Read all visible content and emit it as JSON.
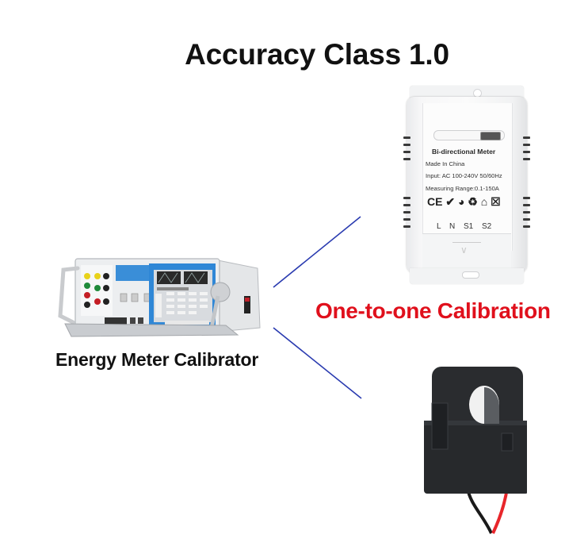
{
  "title": "Accuracy Class 1.0",
  "calibrator": {
    "caption": "Energy Meter Calibrator",
    "icon": "energy-meter-calibrator-device"
  },
  "center_label": "One-to-one Calibration",
  "meter": {
    "icon": "bi-directional-din-meter",
    "name": "Bi-directional Meter",
    "origin": "Made In China",
    "input": "Input: AC 100-240V 50/60Hz",
    "range": "Measuring Range:0.1-150A",
    "cert_marks": "CE ✔ ◕ ♻ ⌂ ☒",
    "cert_list": [
      "CE",
      "RoHS",
      "certification-mark",
      "recycle",
      "house",
      "weee-bin"
    ],
    "terminals": [
      "L",
      "N",
      "S1",
      "S2"
    ],
    "terminals_text": "L N S1 S2"
  },
  "ct_sensor": {
    "icon": "split-core-current-transformer",
    "cable_colors": [
      "#1a1a1a",
      "#e8262b"
    ]
  },
  "colors": {
    "title": "#111111",
    "accent_red": "#e0101c",
    "connector_lines": "#2a3bb0",
    "background": "#ffffff"
  }
}
